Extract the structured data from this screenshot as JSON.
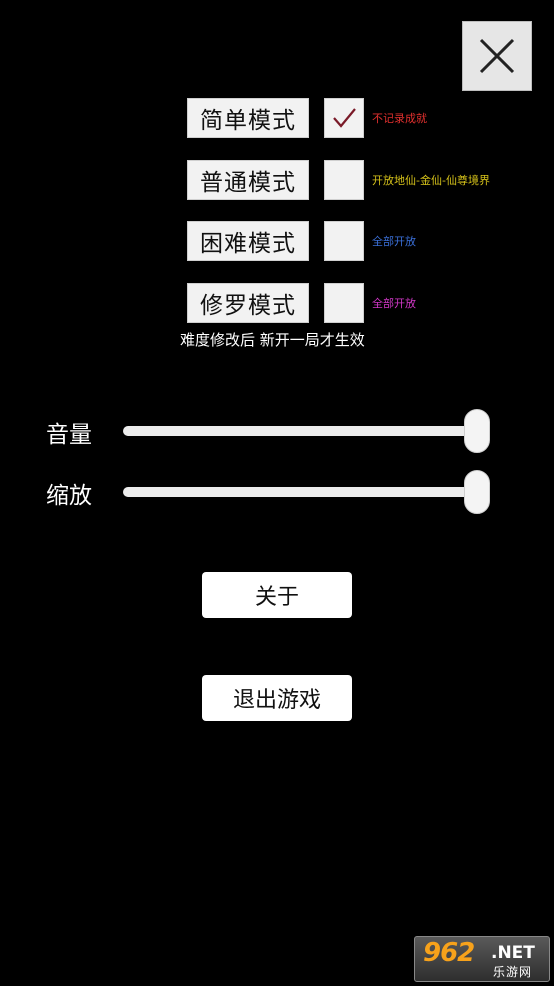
{
  "close_button": {
    "label": "X"
  },
  "modes": [
    {
      "label": "简单模式",
      "checked": true,
      "desc": "不记录成就",
      "desc_color": "#e0302e"
    },
    {
      "label": "普通模式",
      "checked": false,
      "desc": "开放地仙-金仙-仙尊境界",
      "desc_color": "#d6c21a"
    },
    {
      "label": "困难模式",
      "checked": false,
      "desc": "全部开放",
      "desc_color": "#3a6fd8"
    },
    {
      "label": "修罗模式",
      "checked": false,
      "desc": "全部开放",
      "desc_color": "#d238c8"
    }
  ],
  "note": "难度修改后  新开一局才生效",
  "sliders": {
    "volume": {
      "label": "音量",
      "value": 1.0
    },
    "zoom": {
      "label": "缩放",
      "value": 1.0
    }
  },
  "menu": {
    "about_label": "关于",
    "exit_label": "退出游戏"
  },
  "watermark": {
    "number": "962",
    "net": ".NET",
    "cn": "乐游网"
  },
  "colors": {
    "check_mark": "#7a1a28",
    "background": "#000000"
  }
}
